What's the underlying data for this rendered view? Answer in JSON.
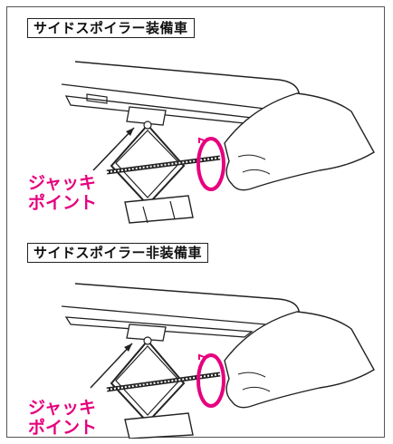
{
  "sections": [
    {
      "title": "サイドスポイラー装備車",
      "label_line1": "ジャッキ",
      "label_line2": "ポイント"
    },
    {
      "title": "サイドスポイラー非装備車",
      "label_line1": "ジャッキ",
      "label_line2": "ポイント"
    }
  ],
  "colors": {
    "accent": "#e6007e",
    "line": "#222222"
  }
}
